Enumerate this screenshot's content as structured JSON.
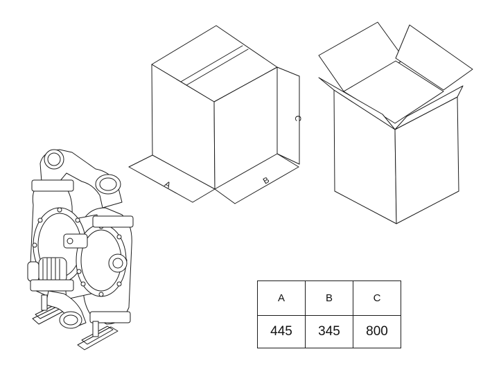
{
  "dimension_labels": {
    "a": "A",
    "b": "B",
    "c": "C"
  },
  "table": {
    "headers": [
      "A",
      "B",
      "C"
    ],
    "values": [
      "445",
      "345",
      "800"
    ]
  },
  "colors": {
    "line": "#1a1a1a",
    "background": "#ffffff"
  }
}
